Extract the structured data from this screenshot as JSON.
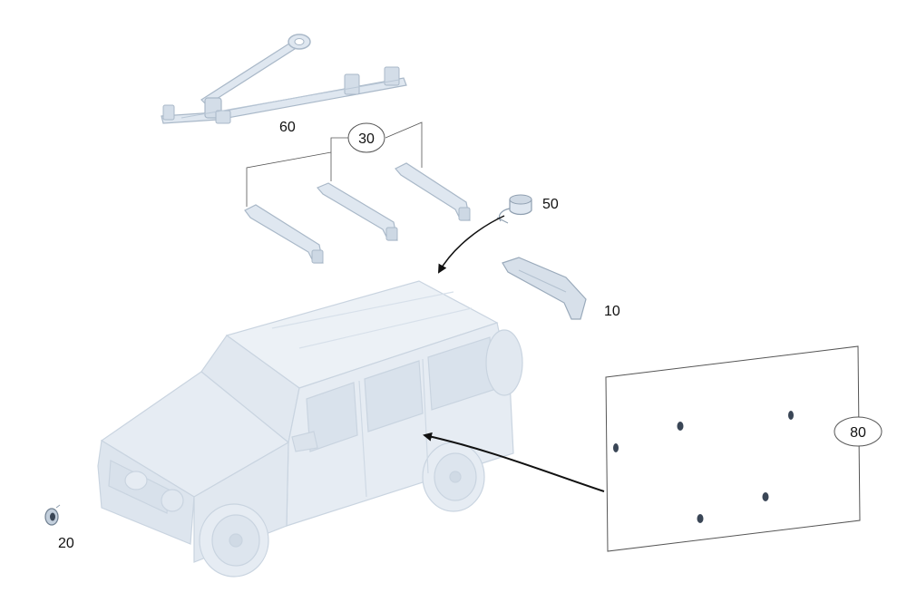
{
  "colors": {
    "part_fill": "#dfe7f0",
    "part_stroke": "#a9b8c8",
    "part_dark": "#b9c7d6",
    "vehicle_fill": "#e6ecf3",
    "vehicle_stroke": "#c9d4e0",
    "line": "#555555",
    "arrow": "#111111"
  },
  "callouts": {
    "label_10": "10",
    "label_20": "20",
    "label_30": "30",
    "label_50": "50",
    "label_60": "60",
    "label_80": "80"
  }
}
